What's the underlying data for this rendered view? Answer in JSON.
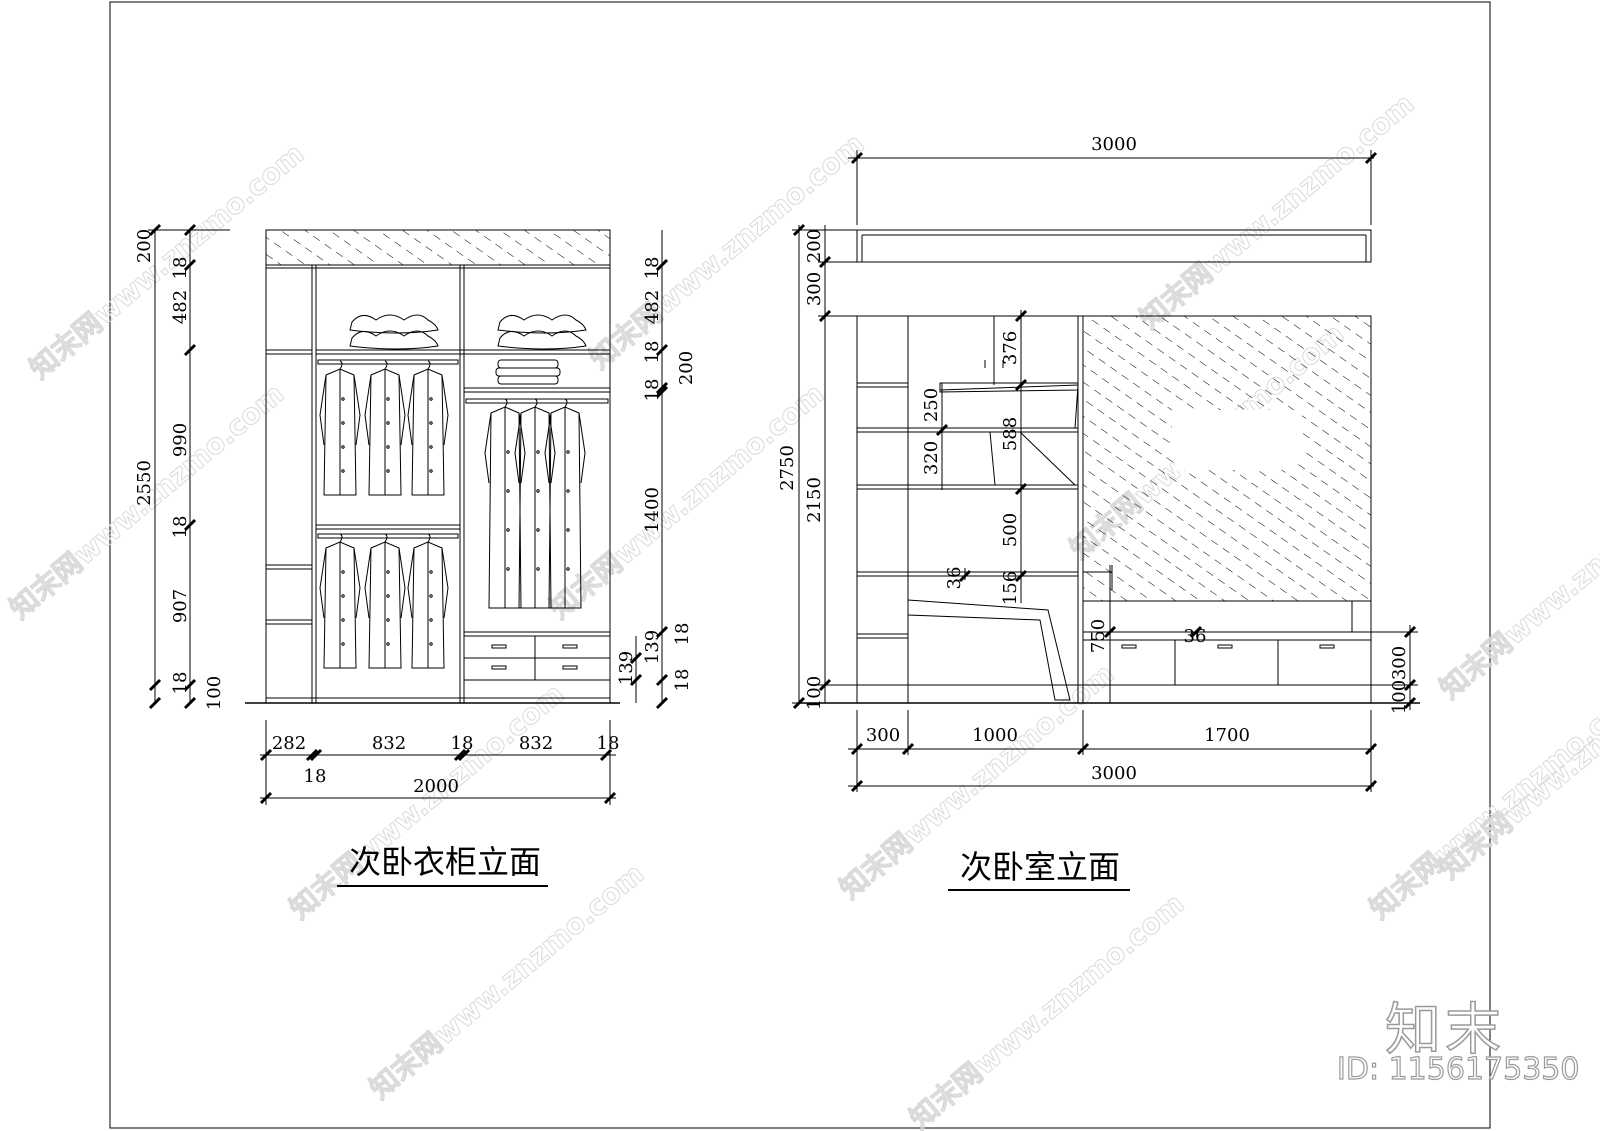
{
  "wardrobe": {
    "title": "次卧衣柜立面",
    "dims_left": [
      "200",
      "18",
      "482",
      "18",
      "990",
      "18",
      "907",
      "18",
      "100"
    ],
    "dim_total_height": "2550",
    "dims_right": [
      "18",
      "482",
      "18",
      "200",
      "18",
      "1400",
      "18",
      "139",
      "139",
      "18"
    ],
    "dims_bottom": [
      "282",
      "18",
      "832",
      "18",
      "832",
      "18"
    ],
    "dim_total_width": "2000"
  },
  "bedroom": {
    "title": "次卧室立面",
    "dim_top": "3000",
    "dims_left": [
      "200",
      "300",
      "2750",
      "2150",
      "100"
    ],
    "dims_inner": [
      "376",
      "250",
      "588",
      "320",
      "500",
      "36",
      "156",
      "750",
      "36"
    ],
    "dims_right": [
      "300",
      "100"
    ],
    "dims_bottom": [
      "300",
      "1000",
      "1700"
    ],
    "dim_total_width": "3000"
  },
  "watermark": {
    "site": "知末网www.znzmo.com",
    "brand": "知末",
    "id": "ID: 1156175350"
  }
}
